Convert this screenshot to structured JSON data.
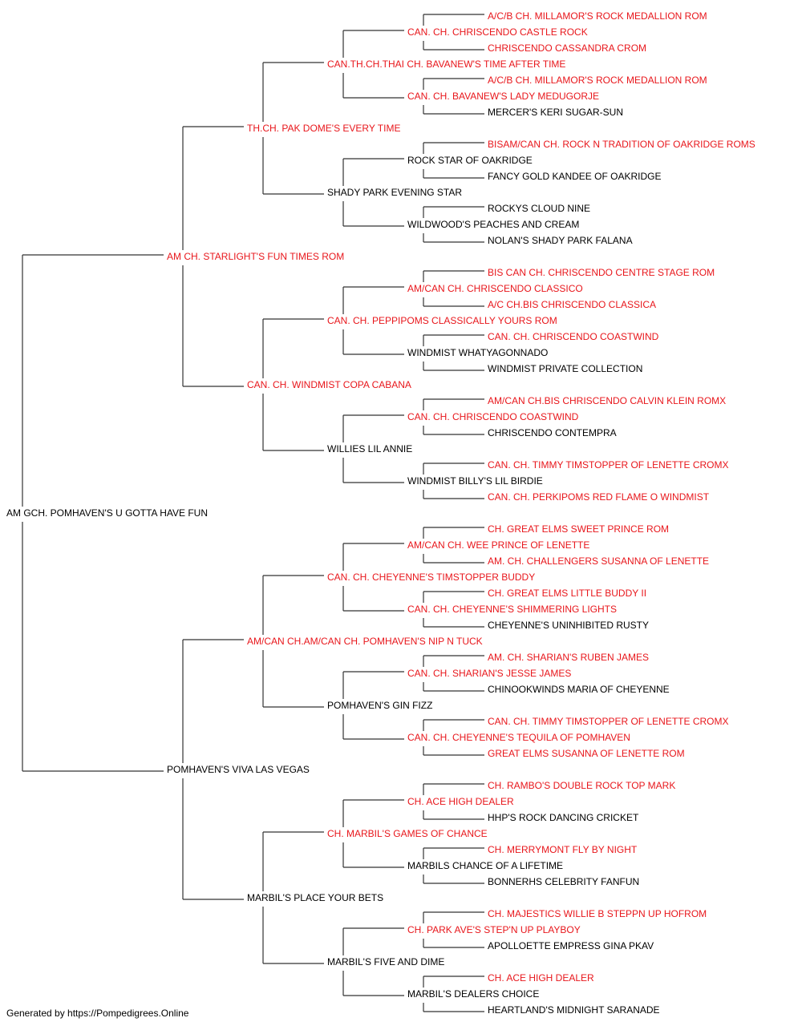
{
  "colors": {
    "champion": "#e8161b",
    "normal": "#000000",
    "line": "#333333"
  },
  "footer": "Generated by https://Pompedigrees.Online",
  "pedigree": [
    {
      "name": "AM GCH. POMHAVEN'S U GOTTA HAVE FUN",
      "ch": false
    },
    {
      "name": "AM CH. STARLIGHT'S FUN TIMES ROM",
      "ch": true
    },
    {
      "name": "POMHAVEN'S VIVA LAS VEGAS",
      "ch": false
    },
    {
      "name": "TH.CH. PAK DOME'S EVERY TIME",
      "ch": true
    },
    {
      "name": "CAN. CH. WINDMIST COPA CABANA",
      "ch": true
    },
    {
      "name": "AM/CAN CH.AM/CAN CH. POMHAVEN'S NIP N TUCK",
      "ch": true
    },
    {
      "name": "MARBIL'S PLACE YOUR BETS",
      "ch": false
    },
    {
      "name": "CAN.TH.CH.THAI CH. BAVANEW'S TIME AFTER TIME",
      "ch": true
    },
    {
      "name": "SHADY PARK EVENING STAR",
      "ch": false
    },
    {
      "name": "CAN. CH. PEPPIPOMS CLASSICALLY YOURS ROM",
      "ch": true
    },
    {
      "name": "WILLIES LIL ANNIE",
      "ch": false
    },
    {
      "name": "CAN. CH. CHEYENNE'S TIMSTOPPER BUDDY",
      "ch": true
    },
    {
      "name": "POMHAVEN'S GIN FIZZ",
      "ch": false
    },
    {
      "name": "CH. MARBIL'S GAMES OF CHANCE",
      "ch": true
    },
    {
      "name": "MARBIL'S FIVE AND DIME",
      "ch": false
    },
    {
      "name": "CAN. CH. CHRISCENDO CASTLE ROCK",
      "ch": true
    },
    {
      "name": "CAN. CH. BAVANEW'S LADY MEDUGORJE",
      "ch": true
    },
    {
      "name": "ROCK STAR OF OAKRIDGE",
      "ch": false
    },
    {
      "name": "WILDWOOD'S PEACHES AND CREAM",
      "ch": false
    },
    {
      "name": "AM/CAN CH. CHRISCENDO CLASSICO",
      "ch": true
    },
    {
      "name": "WINDMIST WHATYAGONNADO",
      "ch": false
    },
    {
      "name": "CAN. CH. CHRISCENDO COASTWIND",
      "ch": true
    },
    {
      "name": "WINDMIST BILLY'S LIL BIRDIE",
      "ch": false
    },
    {
      "name": "AM/CAN CH. WEE PRINCE OF LENETTE",
      "ch": true
    },
    {
      "name": "CAN. CH. CHEYENNE'S SHIMMERING LIGHTS",
      "ch": true
    },
    {
      "name": "CAN. CH. SHARIAN'S JESSE JAMES",
      "ch": true
    },
    {
      "name": "CAN. CH. CHEYENNE'S TEQUILA OF POMHAVEN",
      "ch": true
    },
    {
      "name": "CH. ACE HIGH DEALER",
      "ch": true
    },
    {
      "name": "MARBILS CHANCE OF A LIFETIME",
      "ch": false
    },
    {
      "name": "CH. PARK AVE'S STEP'N UP PLAYBOY",
      "ch": true
    },
    {
      "name": "MARBIL'S DEALERS CHOICE",
      "ch": false
    },
    {
      "name": "A/C/B CH. MILLAMOR'S ROCK MEDALLION ROM",
      "ch": true
    },
    {
      "name": "CHRISCENDO CASSANDRA CROM",
      "ch": true
    },
    {
      "name": "A/C/B CH. MILLAMOR'S ROCK MEDALLION ROM",
      "ch": true
    },
    {
      "name": "MERCER'S KERI SUGAR-SUN",
      "ch": false
    },
    {
      "name": "BISAM/CAN CH. ROCK N TRADITION OF OAKRIDGE ROMS",
      "ch": true
    },
    {
      "name": "FANCY GOLD KANDEE OF OAKRIDGE",
      "ch": false
    },
    {
      "name": "ROCKYS CLOUD NINE",
      "ch": false
    },
    {
      "name": "NOLAN'S SHADY PARK FALANA",
      "ch": false
    },
    {
      "name": "BIS CAN CH. CHRISCENDO CENTRE STAGE ROM",
      "ch": true
    },
    {
      "name": "A/C CH.BIS CHRISCENDO CLASSICA",
      "ch": true
    },
    {
      "name": "CAN. CH. CHRISCENDO COASTWIND",
      "ch": true
    },
    {
      "name": "WINDMIST PRIVATE COLLECTION",
      "ch": false
    },
    {
      "name": "AM/CAN CH.BIS CHRISCENDO CALVIN KLEIN ROMX",
      "ch": true
    },
    {
      "name": "CHRISCENDO CONTEMPRA",
      "ch": false
    },
    {
      "name": "CAN. CH. TIMMY TIMSTOPPER OF LENETTE CROMX",
      "ch": true
    },
    {
      "name": "CAN. CH. PERKIPOMS RED FLAME O WINDMIST",
      "ch": true
    },
    {
      "name": "CH. GREAT ELMS SWEET PRINCE ROM",
      "ch": true
    },
    {
      "name": "AM. CH. CHALLENGERS SUSANNA OF LENETTE",
      "ch": true
    },
    {
      "name": "CH. GREAT ELMS LITTLE BUDDY II",
      "ch": true
    },
    {
      "name": "CHEYENNE'S UNINHIBITED RUSTY",
      "ch": false
    },
    {
      "name": "AM. CH. SHARIAN'S RUBEN JAMES",
      "ch": true
    },
    {
      "name": "CHINOOKWINDS MARIA OF CHEYENNE",
      "ch": false
    },
    {
      "name": "CAN. CH. TIMMY TIMSTOPPER OF LENETTE CROMX",
      "ch": true
    },
    {
      "name": "GREAT ELMS SUSANNA OF LENETTE ROM",
      "ch": true
    },
    {
      "name": "CH. RAMBO'S DOUBLE ROCK TOP MARK",
      "ch": true
    },
    {
      "name": "HHP'S ROCK DANCING CRICKET",
      "ch": false
    },
    {
      "name": "CH. MERRYMONT FLY BY NIGHT",
      "ch": true
    },
    {
      "name": "BONNERHS CELEBRITY FANFUN",
      "ch": false
    },
    {
      "name": "CH. MAJESTICS WILLIE B STEPPN UP HOFROM",
      "ch": true
    },
    {
      "name": "APOLLOETTE EMPRESS GINA PKAV",
      "ch": false
    },
    {
      "name": "CH. ACE HIGH DEALER",
      "ch": true
    },
    {
      "name": "HEARTLAND'S MIDNIGHT SARANADE",
      "ch": false
    }
  ]
}
